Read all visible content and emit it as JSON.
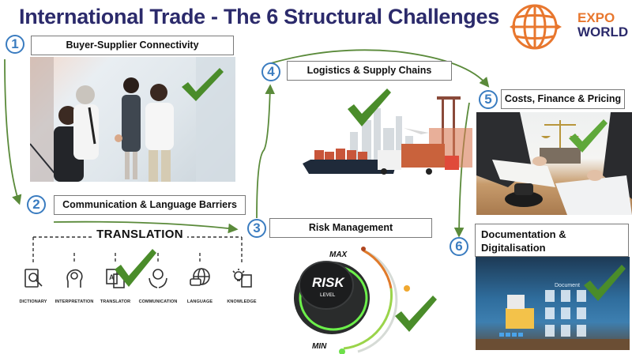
{
  "header": {
    "title": "International Trade - The 6 Structural Challenges"
  },
  "logo": {
    "line1": "EXPO",
    "line2": "WORLD",
    "colors": {
      "orange": "#e8772e",
      "navy": "#2b2a6b"
    }
  },
  "challenges": [
    {
      "number": "1",
      "label": "Buyer-Supplier Connectivity",
      "image": "business-handshake-photo",
      "check": true
    },
    {
      "number": "2",
      "label": "Communication & Language Barriers",
      "image": "translation-icons-graphic",
      "check": true
    },
    {
      "number": "3",
      "label": "Risk Management",
      "image": "risk-level-dial",
      "check": true
    },
    {
      "number": "4",
      "label": "Logistics & Supply Chains",
      "image": "cargo-ship-truck-plane-photo",
      "check": true
    },
    {
      "number": "5",
      "label": "Costs, Finance & Pricing",
      "image": "contract-signing-scales-photo",
      "check": true
    },
    {
      "number": "6",
      "label": "Documentation & Digitalisation",
      "label_line1": "Documentation &",
      "label_line2": "Digitalisation",
      "image": "digital-documents-photo",
      "check": true
    }
  ],
  "translation": {
    "title": "TRANSLATION",
    "items": [
      {
        "label": "DICTIONARY",
        "icon": "dictionary-icon"
      },
      {
        "label": "INTERPRETATION",
        "icon": "interpretation-icon"
      },
      {
        "label": "TRANSLATOR",
        "icon": "translator-icon"
      },
      {
        "label": "COMMUNICATION",
        "icon": "communication-icon"
      },
      {
        "label": "LANGUAGE",
        "icon": "language-icon"
      },
      {
        "label": "KNOWLEDGE",
        "icon": "knowledge-icon"
      }
    ]
  },
  "risk_dial": {
    "center_text": "RISK",
    "center_subtext": "LEVEL",
    "max_label": "MAX",
    "min_label": "MIN"
  },
  "documents_overlay": {
    "header_text": "Document"
  },
  "colors": {
    "title": "#2b2a6b",
    "number_circle": "#3a7cc0",
    "arrow": "#5a8a3a",
    "check": "#4a8c2a"
  }
}
